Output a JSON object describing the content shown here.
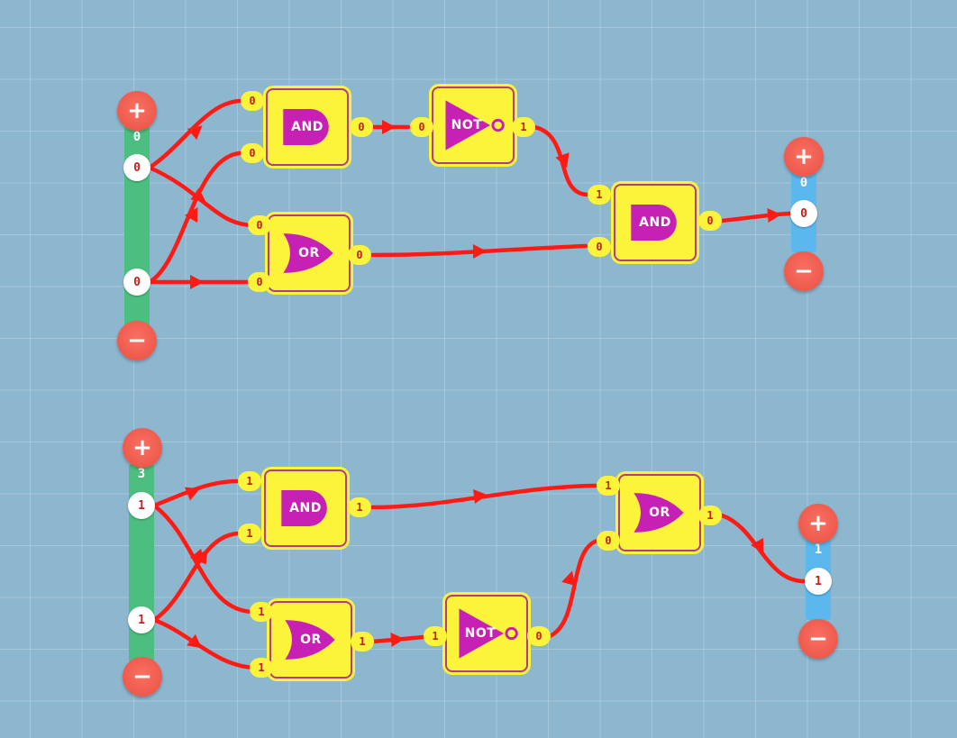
{
  "colors": {
    "background": "#8db6cf",
    "wire": "#ff1a14",
    "gate_fill": "#fbf43b",
    "gate_symbol": "#c620b4",
    "gate_border": "#b43a8a",
    "input_bar": "#4cbf80",
    "output_bar": "#5ab8ee",
    "button": "#ee5a4c"
  },
  "icons": {
    "add": "+",
    "remove": "−"
  },
  "circuits": [
    {
      "input_bar": {
        "count": "0",
        "pins": [
          "0",
          "0"
        ]
      },
      "gates": [
        {
          "type": "and-gate",
          "label": "AND",
          "inputs": [
            "0",
            "0"
          ],
          "output": "0"
        },
        {
          "type": "or-gate",
          "label": "OR",
          "inputs": [
            "0",
            "0"
          ],
          "output": "0"
        },
        {
          "type": "not-gate",
          "label": "NOT",
          "inputs": [
            "0"
          ],
          "output": "1"
        },
        {
          "type": "and-gate",
          "label": "AND",
          "inputs": [
            "1",
            "0"
          ],
          "output": "0"
        }
      ],
      "output_bar": {
        "count": "0",
        "pins": [
          "0"
        ]
      }
    },
    {
      "input_bar": {
        "count": "3",
        "pins": [
          "1",
          "1"
        ]
      },
      "gates": [
        {
          "type": "and-gate",
          "label": "AND",
          "inputs": [
            "1",
            "1"
          ],
          "output": "1"
        },
        {
          "type": "or-gate",
          "label": "OR",
          "inputs": [
            "1",
            "1"
          ],
          "output": "1"
        },
        {
          "type": "not-gate",
          "label": "NOT",
          "inputs": [
            "1"
          ],
          "output": "0"
        },
        {
          "type": "or-gate",
          "label": "OR",
          "inputs": [
            "1",
            "0"
          ],
          "output": "1"
        }
      ],
      "output_bar": {
        "count": "1",
        "pins": [
          "1"
        ]
      }
    }
  ]
}
